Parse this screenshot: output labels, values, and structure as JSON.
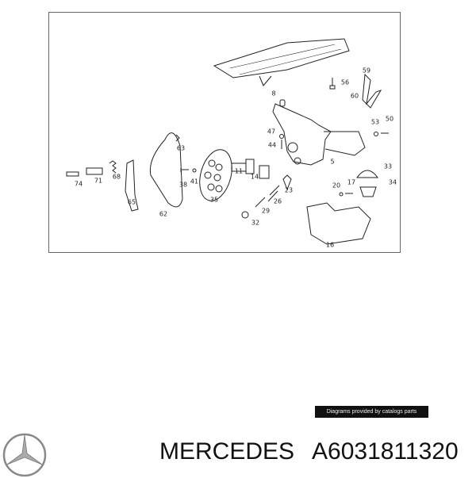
{
  "diagram": {
    "labels": [
      "74",
      "71",
      "68",
      "65",
      "62",
      "63",
      "38",
      "41",
      "35",
      "11",
      "14",
      "8",
      "56",
      "59",
      "60",
      "47",
      "44",
      "53",
      "50",
      "5",
      "33",
      "34",
      "23",
      "26",
      "29",
      "32",
      "20",
      "17",
      "16"
    ]
  },
  "credit": "Diagrams provided by catalogs parts",
  "brand": "MERCEDES",
  "part_number": "A6031811320"
}
